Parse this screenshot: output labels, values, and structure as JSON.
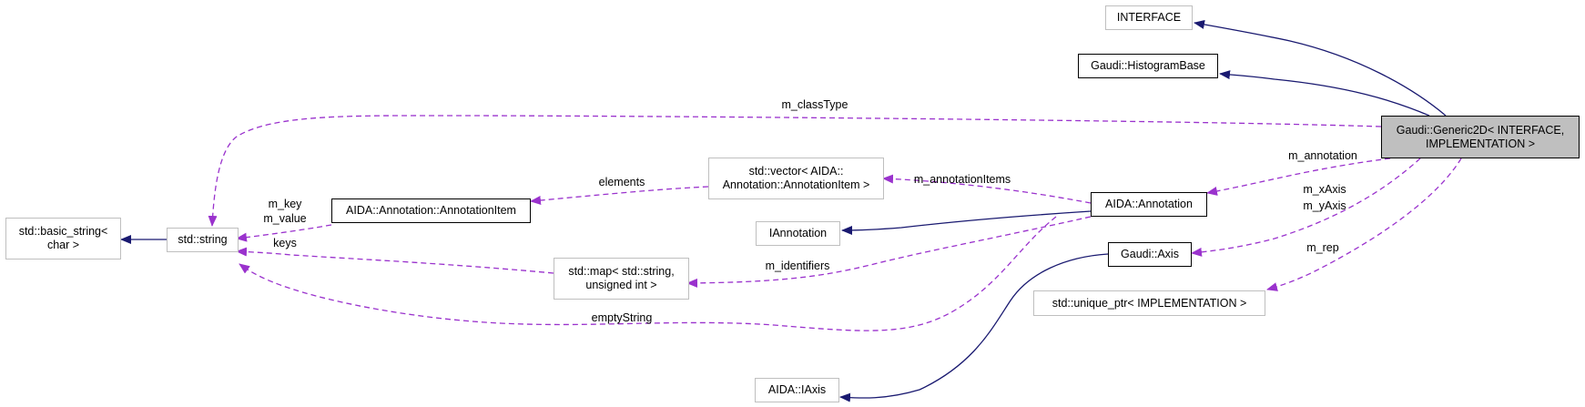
{
  "nodes": {
    "interface": {
      "label": "INTERFACE"
    },
    "histogram_base": {
      "label": "Gaudi::HistogramBase"
    },
    "generic2d": {
      "line1": "Gaudi::Generic2D< INTERFACE,",
      "line2": "IMPLEMENTATION >"
    },
    "basic_string": {
      "line1": "std::basic_string<",
      "line2": "char >"
    },
    "std_string": {
      "label": "std::string"
    },
    "annotation_item": {
      "label": "AIDA::Annotation::AnnotationItem"
    },
    "vector": {
      "line1": "std::vector< AIDA::",
      "line2": "Annotation::AnnotationItem >"
    },
    "iannotation": {
      "label": "IAnnotation"
    },
    "aida_annotation": {
      "label": "AIDA::Annotation"
    },
    "map": {
      "line1": "std::map< std::string,",
      "line2": "unsigned int >"
    },
    "gaudi_axis": {
      "label": "Gaudi::Axis"
    },
    "unique_ptr": {
      "label": "std::unique_ptr< IMPLEMENTATION >"
    },
    "aida_iaxis": {
      "label": "AIDA::IAxis"
    }
  },
  "edge_labels": {
    "m_classType": "m_classType",
    "m_annotation": "m_annotation",
    "m_xAxis": "m_xAxis",
    "m_yAxis": "m_yAxis",
    "m_rep": "m_rep",
    "elements": "elements",
    "m_annotationItems": "m_annotationItems",
    "m_key": "m_key",
    "m_value": "m_value",
    "keys": "keys",
    "m_identifiers": "m_identifiers",
    "emptyString": "emptyString"
  },
  "colors": {
    "inheritance": "#191970",
    "usage": "#9a32cd",
    "main_fill": "#bfbfbf",
    "doc_border": "#bfbfbf"
  }
}
